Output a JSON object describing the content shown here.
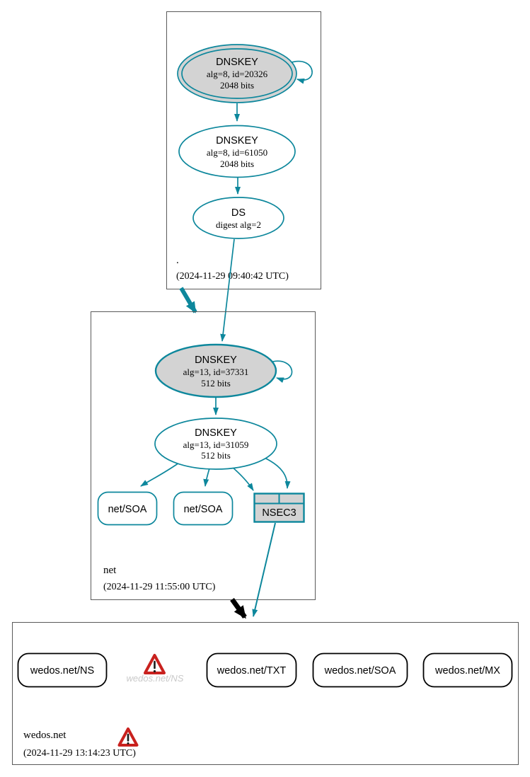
{
  "zones": {
    "root": {
      "label": ".",
      "timestamp": "(2024-11-29 09:40:42 UTC)",
      "ksk": {
        "type": "DNSKEY",
        "alg": "alg=8, id=20326",
        "bits": "2048 bits"
      },
      "zsk": {
        "type": "DNSKEY",
        "alg": "alg=8, id=61050",
        "bits": "2048 bits"
      },
      "ds": {
        "type": "DS",
        "alg": "digest alg=2"
      }
    },
    "net": {
      "label": "net",
      "timestamp": "(2024-11-29 11:55:00 UTC)",
      "ksk": {
        "type": "DNSKEY",
        "alg": "alg=13, id=37331",
        "bits": "512 bits"
      },
      "zsk": {
        "type": "DNSKEY",
        "alg": "alg=13, id=31059",
        "bits": "512 bits"
      },
      "soa1": {
        "label": "net/SOA"
      },
      "soa2": {
        "label": "net/SOA"
      },
      "nsec3": {
        "label": "NSEC3"
      }
    },
    "wedos_net": {
      "label": "wedos.net",
      "timestamp": "(2024-11-29 13:14:23 UTC)",
      "rrset_ns": {
        "label": "wedos.net/NS"
      },
      "ghost_ns": {
        "label": "wedos.net/NS"
      },
      "rrset_txt": {
        "label": "wedos.net/TXT"
      },
      "rrset_soa": {
        "label": "wedos.net/SOA"
      },
      "rrset_mx": {
        "label": "wedos.net/MX"
      }
    }
  },
  "colors": {
    "edge_teal": "#0d879c",
    "node_fill_gray": "#d3d3d3",
    "zone_border_gray": "#5a5a5a",
    "rrset_border_black": "#000000",
    "warning_red": "#c9211e",
    "ghost_text_gray": "#c9c9c9",
    "background": "#ffffff"
  }
}
